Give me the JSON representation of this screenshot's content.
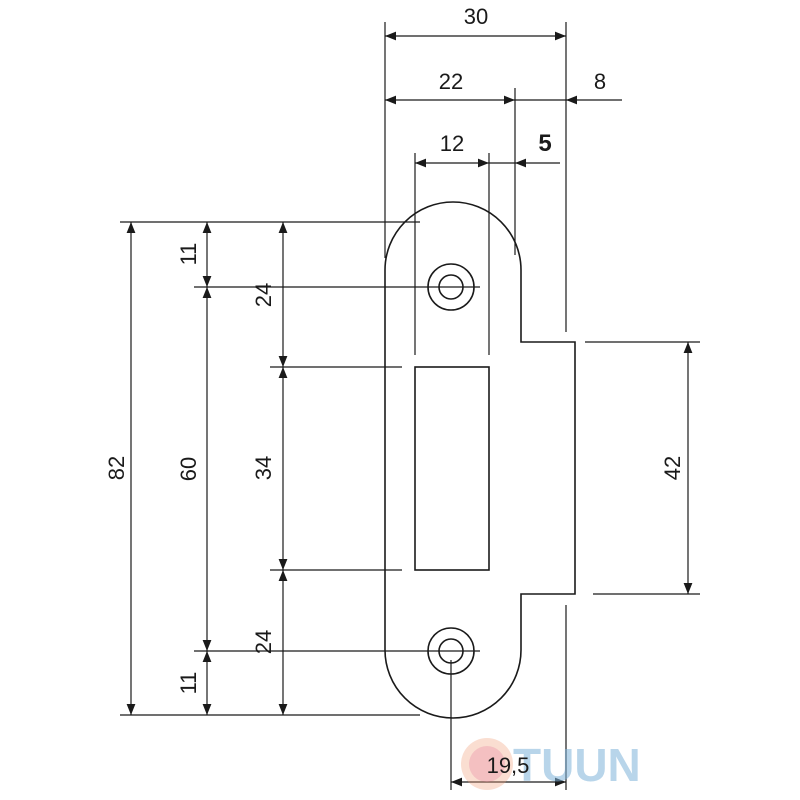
{
  "diagram": {
    "dimensions": {
      "width_total": "30",
      "width_22": "22",
      "offset_8": "8",
      "slot_width": "12",
      "slot_offset": "5",
      "height_total": "82",
      "hole_spacing": "60",
      "top_11": "11",
      "top_24": "24",
      "slot_height": "34",
      "bottom_24": "24",
      "bottom_11": "11",
      "tab_height": "42",
      "hole_center": "19,5"
    },
    "watermark": "TUUN",
    "colors": {
      "line": "#1a1a1a",
      "watermark": "#7fb3d9",
      "background": "#ffffff"
    }
  }
}
